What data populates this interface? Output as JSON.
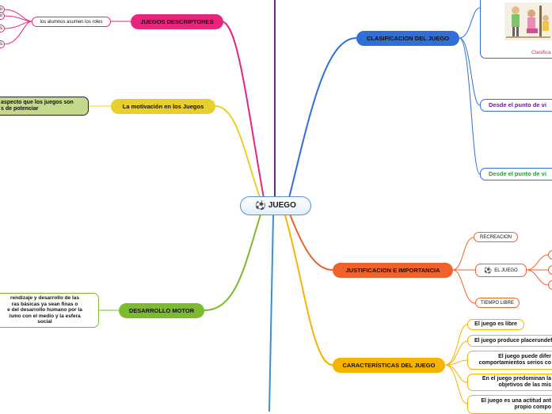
{
  "center": {
    "label": "JUEGO",
    "icon": "soccer-ball-icon"
  },
  "branches": {
    "descriptores": {
      "label": "JUEGOS DESCRIPTORES",
      "child": "los alumnos asumen los roles",
      "leaves": [
        "o",
        "o",
        "s",
        "s"
      ]
    },
    "motivacion": {
      "label": "La motivación en los Juegos",
      "child": "aspecto que los juegos son\ns de potenciar"
    },
    "motor": {
      "label": "DESARROLLO MOTOR",
      "child": "rendizaje y desarrollo de las\nras básicas ya sean finas o\ne del desarrollo humano por la\nismo con el medio y la esfera\nsocial"
    },
    "clasificacion": {
      "label": "CLASIFICACION DEL JUEGO",
      "image_caption": "Clasifica",
      "child1": "Desde el punto de vi",
      "child2": "Desde el punto de vi"
    },
    "justificacion": {
      "label": "JUSTIFICACION E IMPORTANCIA",
      "items": [
        "RECREACION",
        "EL JUEGO",
        "TIEMPO LIBRE"
      ],
      "juego_icon": "soccer-ball-icon"
    },
    "caracteristicas": {
      "label": "CARACTERÍSTICAS DEL JUEGO",
      "items": [
        "El juego es libre",
        "El juego produce placerundef",
        "El juego puede difer\ncomportamientos serios co",
        "En el juego predominan la\nobjetivos de las mis",
        "El juego es una actitud ant\npropio compo"
      ]
    }
  },
  "colors": {
    "descriptores": "#e8257d",
    "motivacion": "#e9cf2c",
    "motor": "#7dbb2e",
    "clasificacion": "#2f6fd6",
    "justificacion": "#f0622c",
    "caracteristicas": "#f5b400",
    "purple": "#6a1b9a",
    "green": "#1e9e3c"
  }
}
